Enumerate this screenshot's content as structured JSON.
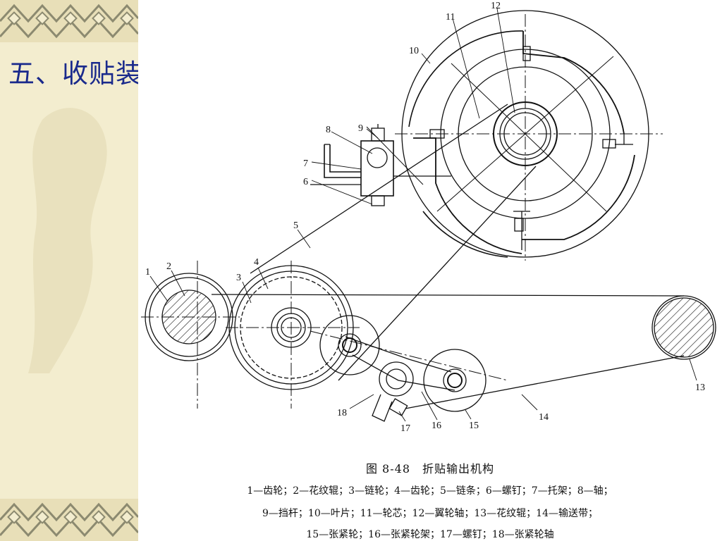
{
  "slide": {
    "title": "五、收贴装置"
  },
  "figure": {
    "part_numbers": [
      "1",
      "2",
      "3",
      "4",
      "5",
      "6",
      "7",
      "8",
      "9",
      "10",
      "11",
      "12",
      "13",
      "14",
      "15",
      "16",
      "17",
      "18"
    ],
    "caption": "图 8-48　折贴输出机构",
    "legend_lines": [
      "1—齿轮；2—花纹辊；3—链轮；4—齿轮；5—链条；6—螺钉；7—托架；8—轴；",
      "9—挡杆；10—叶片；11—轮芯；12—翼轮轴；13—花纹辊；14—输送带；",
      "15—张紧轮；16—张紧轮架；17—螺钉；18—张紧轮轴"
    ]
  },
  "colors": {
    "title": "#1a2a8c",
    "sidebar": "#f3edcf",
    "ink": "#111111"
  }
}
